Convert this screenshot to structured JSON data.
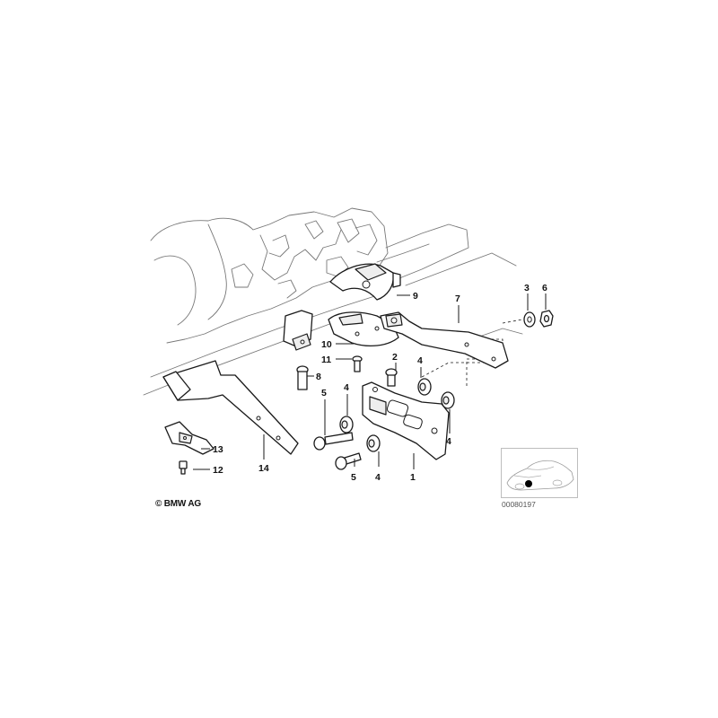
{
  "diagram": {
    "callouts": {
      "c1": "1",
      "c2": "2",
      "c3": "3",
      "c4a": "4",
      "c4b": "4",
      "c4c": "4",
      "c5a": "5",
      "c5b": "5",
      "c6": "6",
      "c7": "7",
      "c8": "8",
      "c9": "9",
      "c10": "10",
      "c11": "11",
      "c12": "12",
      "c13": "13",
      "c14": "14"
    },
    "copyright": "© BMW AG",
    "doc_number": "00080197"
  }
}
